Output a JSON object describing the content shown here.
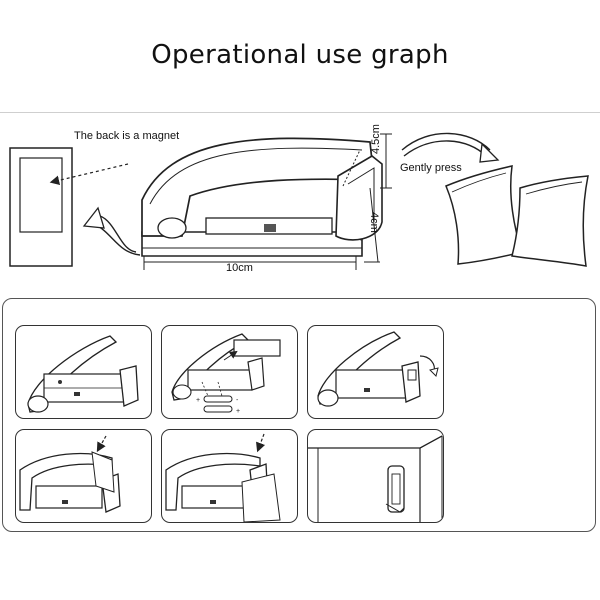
{
  "title": "Operational use graph",
  "annotations": {
    "magnet": "The back is a magnet",
    "gently_press": "Gently press",
    "dim_width": "10cm",
    "dim_height": "4.5cm",
    "dim_depth": "4cm"
  },
  "steps": [
    {
      "id": 1,
      "icon": "sealer-open-icon"
    },
    {
      "id": 2,
      "icon": "battery-install-icon"
    },
    {
      "id": 3,
      "icon": "switch-on-icon"
    },
    {
      "id": 4,
      "icon": "insert-bag-icon"
    },
    {
      "id": 5,
      "icon": "press-seal-icon"
    },
    {
      "id": 6,
      "icon": "wall-mount-icon"
    }
  ],
  "battery_marks": [
    "+",
    "-",
    "+"
  ]
}
